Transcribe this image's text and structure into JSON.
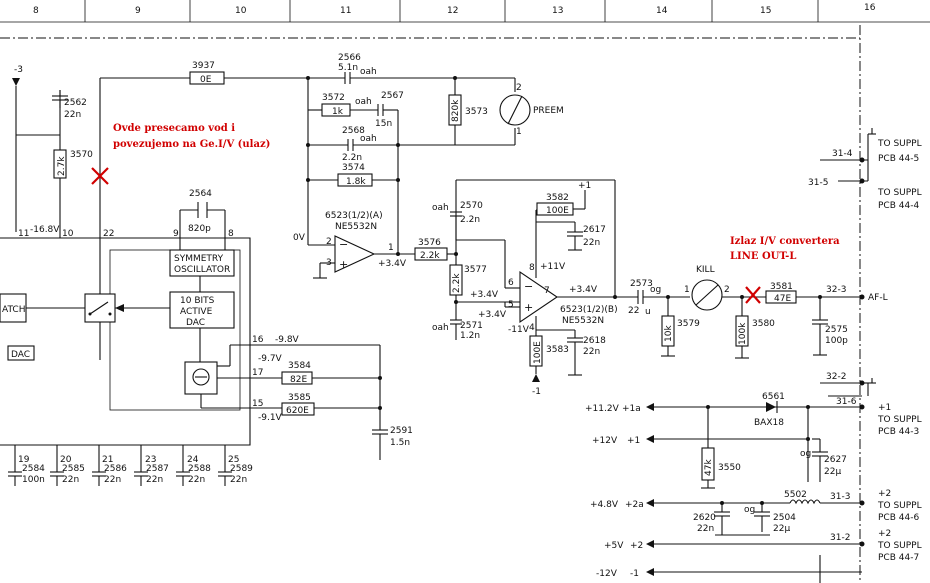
{
  "grid_columns": [
    "8",
    "9",
    "10",
    "11",
    "12",
    "13",
    "14",
    "15",
    "16"
  ],
  "annotations": {
    "cut_note_line1": "Ovde presecamo vod i",
    "cut_note_line2": "povezujemo na Ge.I/V (ulaz)",
    "out_note_line1": "Izlaz I/V convertera",
    "out_note_line2": "LINE OUT-L"
  },
  "dac_ic": {
    "symmetry_osc": [
      "SYMMETRY",
      "OSCILLATOR"
    ],
    "active_dac": [
      "10 BITS",
      "ACTIVE",
      "DAC"
    ],
    "latch": "ATCH",
    "dac": "DAC",
    "pins": {
      "p9": "9",
      "p8": "8",
      "p10": "10",
      "p11": "11",
      "p22": "22",
      "p16": "16",
      "p17": "17",
      "p15": "15",
      "p19": "19",
      "p20": "20",
      "p21": "21",
      "p23": "23",
      "p24": "24",
      "p25": "25"
    }
  },
  "voltages": {
    "v_neg3": "-3",
    "v_neg168": "-16.8V",
    "v_0": "0V",
    "v_34a": "+3.4V",
    "v_34b": "+3.4V",
    "v_34c": "+3.4V",
    "v_34d": "+3.4V",
    "v_11p": "+11V",
    "v_11n": "-11V",
    "v_p1": "+1",
    "v_n1": "-1",
    "v_98": "-9.8V",
    "v_97": "-9.7V",
    "v_91": "-9.1V",
    "v_112": "+11.2V",
    "v_12": "+12V",
    "v_48": "+4.8V",
    "v_5": "+5V",
    "v_m12": "-12V"
  },
  "components": {
    "r3937": {
      "ref": "3937",
      "val": "0E"
    },
    "c2566": {
      "ref": "2566",
      "val": "5.1n"
    },
    "r3572": {
      "ref": "3572",
      "val": "1k"
    },
    "c2567": {
      "ref": "2567",
      "val": "15n"
    },
    "r3573": {
      "ref": "3573",
      "val": "820k"
    },
    "preem": "PREEM",
    "c2568": {
      "ref": "2568",
      "val": "2.2n"
    },
    "r3574": {
      "ref": "3574",
      "val": "1.8k"
    },
    "c2562": {
      "ref": "2562",
      "val": "22n"
    },
    "r3570": {
      "ref": "3570",
      "val": "2.7k"
    },
    "c2564": {
      "ref": "2564",
      "val": "820p"
    },
    "opA": {
      "ref": "6523(1/2)(A)",
      "type": "NE5532N"
    },
    "r3576": {
      "ref": "3576",
      "val": "2.2k"
    },
    "c2570": {
      "ref": "2570",
      "val": "2.2n"
    },
    "r3577": {
      "ref": "3577",
      "val": "2.2k"
    },
    "c2571": {
      "ref": "2571",
      "val": "1.2n"
    },
    "r3582": {
      "ref": "3582",
      "val": "100E"
    },
    "c2617": {
      "ref": "2617",
      "val": "22n"
    },
    "opB": {
      "ref": "6523(1/2)(B)",
      "type": "NE5532N"
    },
    "r3583": {
      "ref": "3583",
      "val": "100E"
    },
    "c2618": {
      "ref": "2618",
      "val": "22n"
    },
    "c2573": {
      "ref": "2573",
      "val": "22"
    },
    "kill": "KILL",
    "r3579": {
      "ref": "3579",
      "val": "10k"
    },
    "r3580": {
      "ref": "3580",
      "val": "100k"
    },
    "r3581": {
      "ref": "3581",
      "val": "47E"
    },
    "c2575": {
      "ref": "2575",
      "val": "100p"
    },
    "r3584": {
      "ref": "3584",
      "val": "82E"
    },
    "r3585": {
      "ref": "3585",
      "val": "620E"
    },
    "c2591": {
      "ref": "2591",
      "val": "1.5n"
    },
    "d6561": {
      "ref": "6561",
      "val": "BAX18"
    },
    "c2627": {
      "ref": "2627",
      "val": "22µ"
    },
    "r3550": {
      "ref": "3550",
      "val": "47k"
    },
    "l5502": {
      "ref": "5502"
    },
    "c2620": {
      "ref": "2620",
      "val": "22n"
    },
    "c2504": {
      "ref": "2504",
      "val": "22µ"
    },
    "caps_bottom": [
      {
        "ref": "2584",
        "val": "100n"
      },
      {
        "ref": "2585",
        "val": "22n"
      },
      {
        "ref": "2586",
        "val": "22n"
      },
      {
        "ref": "2587",
        "val": "22n"
      },
      {
        "ref": "2588",
        "val": "22n"
      },
      {
        "ref": "2589",
        "val": "22n"
      }
    ]
  },
  "small_marks": {
    "oah": "oah",
    "og": "og",
    "u": "u",
    "p1": "1",
    "p2": "2",
    "p1b": "1",
    "p2b": "2",
    "p2c": "2",
    "p3c": "3",
    "p6": "6",
    "p5": "5",
    "p7": "7",
    "p8": "8",
    "p4": "4"
  },
  "connectors": {
    "c31_4": "31-4",
    "c31_5": "31-5",
    "c32_3": "32-3",
    "af_l": "AF-L",
    "c32_2": "32-2",
    "c31_6": "31-6",
    "c31_3": "31-3",
    "c31_2": "31-2",
    "pin_1a": "+1a",
    "pin_1": "+1",
    "pin_2a": "+2a",
    "pin_2": "+2",
    "pin_m1": "-1",
    "supply_a1": "TO SUPPL",
    "supply_a2": "PCB 44-5",
    "supply_b1": "TO SUPPL",
    "supply_b2": "PCB 44-4",
    "supply_c0": "+1",
    "supply_c1": "TO SUPPL",
    "supply_c2": "PCB 44-3",
    "supply_d0": "+2",
    "supply_d1": "TO SUPPL",
    "supply_d2": "PCB 44-6",
    "supply_e0": "+2",
    "supply_e1": "TO SUPPL",
    "supply_e2": "PCB 44-7"
  }
}
